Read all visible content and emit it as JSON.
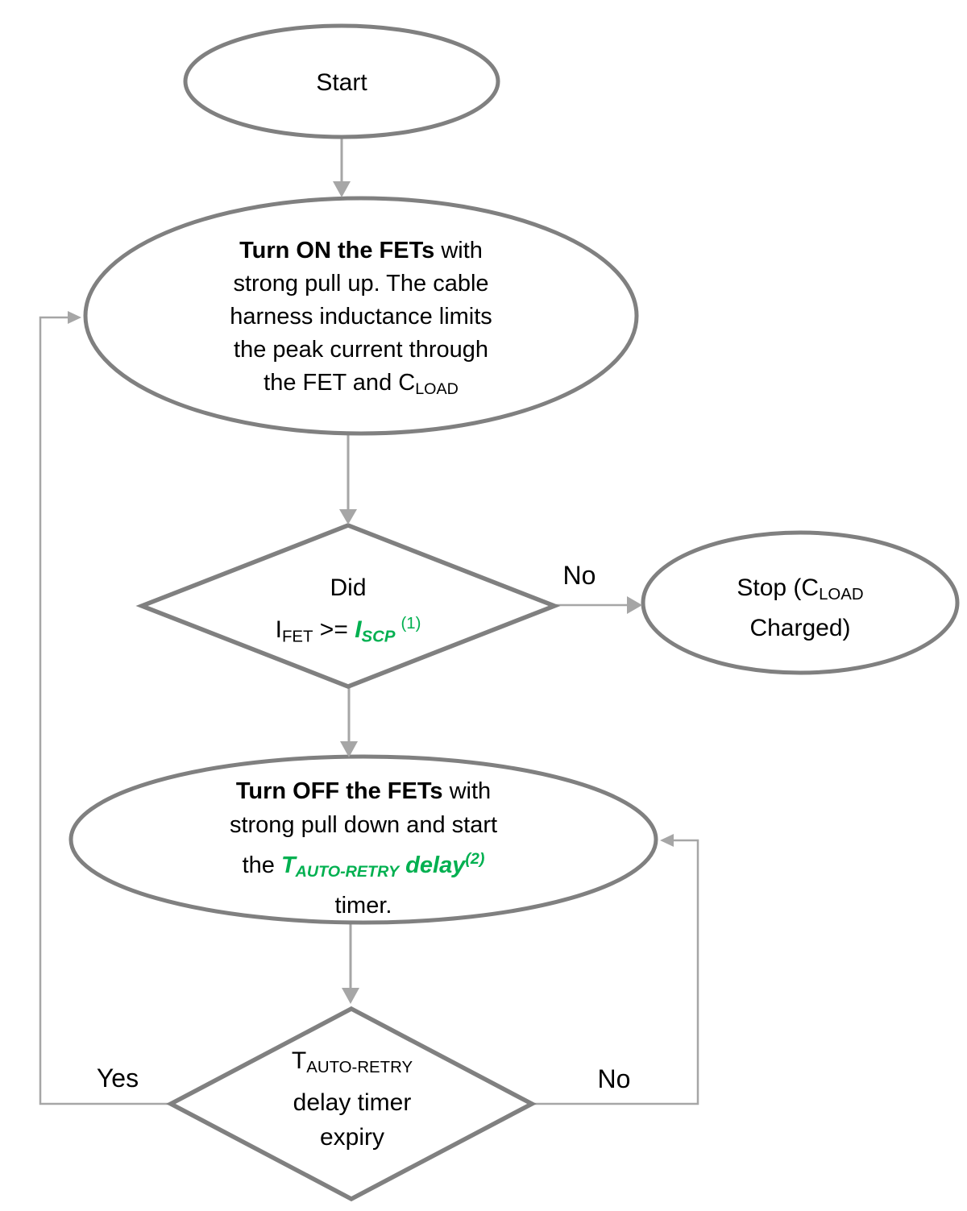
{
  "colors": {
    "accent_green": "#00B050",
    "node_border": "#808080",
    "connector": "#A6A6A6",
    "text": "#000000",
    "background": "#FFFFFF"
  },
  "nodes": {
    "start": {
      "label": "Start"
    },
    "turn_on": {
      "l1_bold": "Turn ON the FETs",
      "l1_rest": " with",
      "l2": "strong pull up. The cable",
      "l3": "harness inductance limits",
      "l4": "the peak current through",
      "l5": "the FET and C",
      "l5_sub": "LOAD"
    },
    "decision_scp": {
      "l1": "Did",
      "i": "I",
      "i_sub": "FET",
      "op": " >= ",
      "scp": "I",
      "scp_sub": "SCP",
      "footnote": "(1)"
    },
    "stop": {
      "l1": "Stop (C",
      "l1_sub": "LOAD",
      "l2": "Charged)"
    },
    "turn_off": {
      "l1_bold": "Turn OFF the FETs",
      "l1_rest": " with",
      "l2": "strong pull down and start",
      "l3_pre": "the ",
      "t": "T",
      "t_sub": "AUTO-RETRY",
      "delay": " delay",
      "footnote": "(2)",
      "l4": "timer."
    },
    "decision_retry": {
      "t": "T",
      "t_sub": "AUTO-RETRY",
      "l2": "delay timer",
      "l3": "expiry"
    }
  },
  "edge_labels": {
    "no_to_stop": "No",
    "yes_loop": "Yes",
    "no_loop": "No"
  }
}
